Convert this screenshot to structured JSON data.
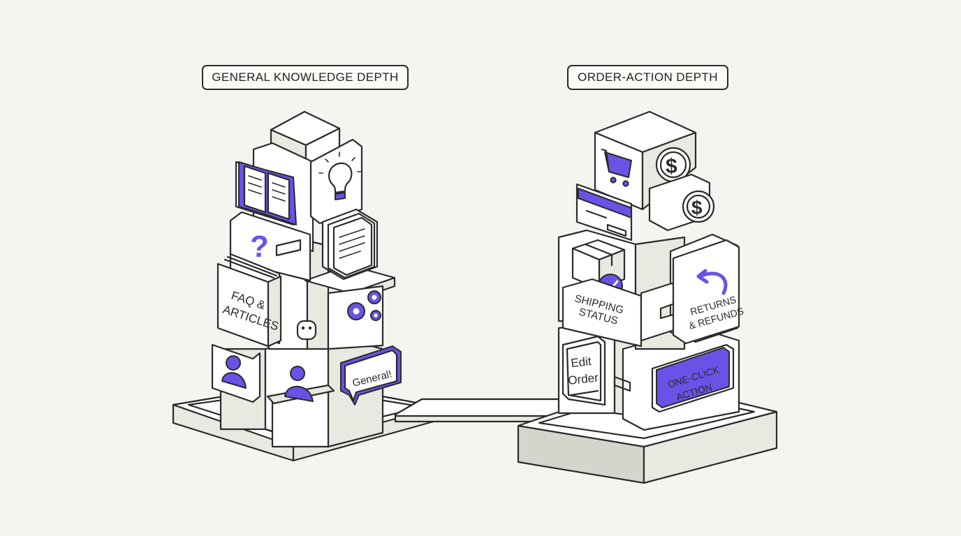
{
  "headings": {
    "left": "GENERAL KNOWLEDGE DEPTH",
    "right": "ORDER-ACTION DEPTH"
  },
  "left_tower": {
    "faq_line1": "FAQ &",
    "faq_line2": "ARTICLES",
    "speech_label": "General!",
    "question_mark": "?"
  },
  "right_tower": {
    "coin1": "$",
    "coin2": "$",
    "shipping_line1": "SHIPPING",
    "shipping_line2": "STATUS",
    "returns_line1": "RETURNS",
    "returns_line2": "& REFUNDS",
    "edit_line1": "Edit",
    "edit_line2": "Order",
    "action_line1": "ONE-CLICK",
    "action_line2": "ACTION"
  },
  "colors": {
    "accent": "#6b52e6",
    "ink": "#2b2b2b",
    "background": "#f5f4f0"
  }
}
